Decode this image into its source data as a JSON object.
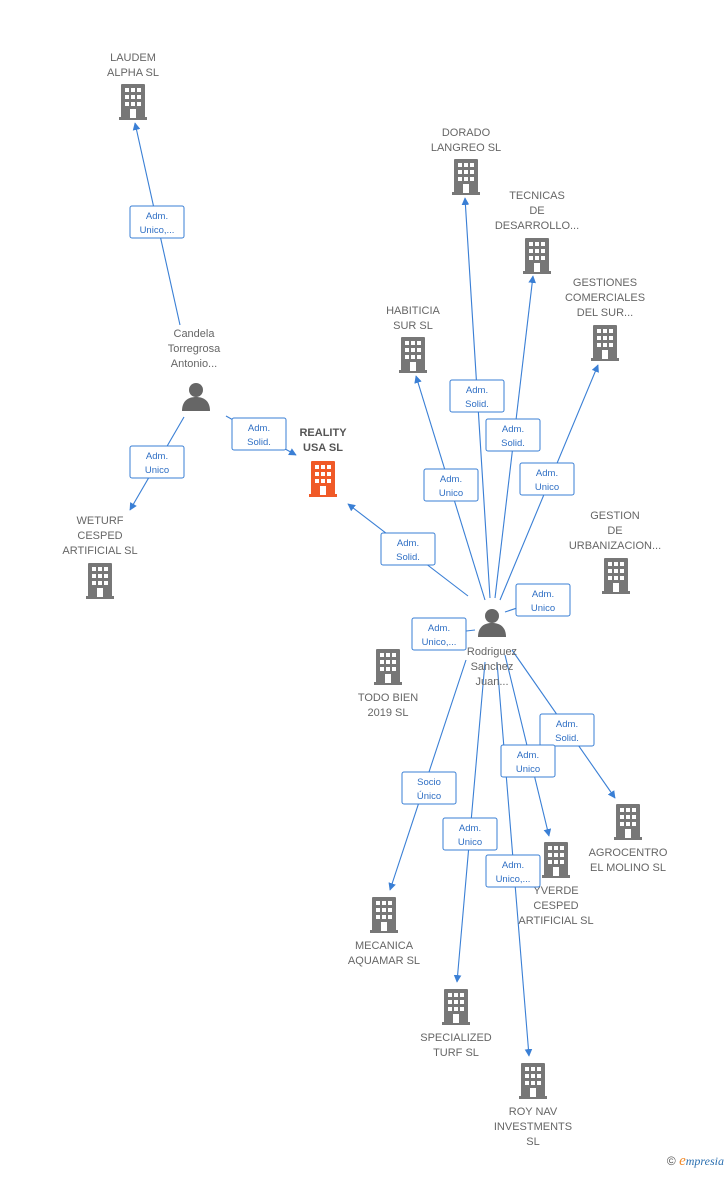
{
  "colors": {
    "edge": "#3a7fd5",
    "company": "#777777",
    "focus_company": "#f05a28",
    "person": "#666666"
  },
  "nodes": [
    {
      "id": "laudem",
      "type": "company",
      "label": [
        "LAUDEM",
        "ALPHA  SL"
      ]
    },
    {
      "id": "dorado",
      "type": "company",
      "label": [
        "DORADO",
        "LANGREO SL"
      ]
    },
    {
      "id": "tecnicas",
      "type": "company",
      "label": [
        "TECNICAS",
        "DE",
        "DESARROLLO..."
      ]
    },
    {
      "id": "gestiones",
      "type": "company",
      "label": [
        "GESTIONES",
        "COMERCIALES",
        "DEL SUR..."
      ]
    },
    {
      "id": "habiticia",
      "type": "company",
      "label": [
        "HABITICIA",
        "SUR  SL"
      ]
    },
    {
      "id": "candela",
      "type": "person",
      "label": [
        "Candela",
        "Torregrosa",
        "Antonio..."
      ]
    },
    {
      "id": "reality",
      "type": "company",
      "focus": true,
      "label": [
        "REALITY",
        "USA  SL"
      ]
    },
    {
      "id": "weturf",
      "type": "company",
      "label": [
        "WETURF",
        "CESPED",
        "ARTIFICIAL  SL"
      ]
    },
    {
      "id": "gestion_urb",
      "type": "company",
      "label": [
        "GESTION",
        "DE",
        "URBANIZACION..."
      ]
    },
    {
      "id": "rodriguez",
      "type": "person",
      "label": [
        "Rodriguez",
        "Sanchez",
        "Juan..."
      ]
    },
    {
      "id": "todobien",
      "type": "company",
      "label": [
        "TODO BIEN",
        "2019  SL"
      ]
    },
    {
      "id": "agrocentro",
      "type": "company",
      "label": [
        "AGROCENTRO",
        "EL MOLINO  SL"
      ]
    },
    {
      "id": "yverde",
      "type": "company",
      "label": [
        "YVERDE",
        "CESPED",
        "ARTIFICIAL SL"
      ]
    },
    {
      "id": "mecanica",
      "type": "company",
      "label": [
        "MECANICA",
        "AQUAMAR SL"
      ]
    },
    {
      "id": "specialized",
      "type": "company",
      "label": [
        "SPECIALIZED",
        "TURF  SL"
      ]
    },
    {
      "id": "roynav",
      "type": "company",
      "label": [
        "ROY NAV",
        "INVESTMENTS",
        "SL"
      ]
    }
  ],
  "edges": [
    {
      "from": "candela",
      "to": "laudem",
      "label": [
        "Adm.",
        "Unico,..."
      ]
    },
    {
      "from": "candela",
      "to": "reality",
      "label": [
        "Adm.",
        "Solid."
      ]
    },
    {
      "from": "candela",
      "to": "weturf",
      "label": [
        "Adm.",
        "Unico"
      ]
    },
    {
      "from": "rodriguez",
      "to": "dorado",
      "label": [
        "Adm.",
        "Solid."
      ]
    },
    {
      "from": "rodriguez",
      "to": "tecnicas",
      "label": [
        "Adm.",
        "Solid."
      ]
    },
    {
      "from": "rodriguez",
      "to": "gestiones",
      "label": [
        "Adm.",
        "Unico"
      ]
    },
    {
      "from": "rodriguez",
      "to": "habiticia",
      "label": [
        "Adm.",
        "Unico"
      ]
    },
    {
      "from": "rodriguez",
      "to": "reality",
      "label": [
        "Adm.",
        "Solid."
      ]
    },
    {
      "from": "rodriguez",
      "to": "gestion_urb",
      "label": [
        "Adm.",
        "Unico"
      ]
    },
    {
      "from": "rodriguez",
      "to": "todobien",
      "label": [
        "Adm.",
        "Unico,..."
      ]
    },
    {
      "from": "rodriguez",
      "to": "agrocentro",
      "label": [
        "Adm.",
        "Solid."
      ]
    },
    {
      "from": "rodriguez",
      "to": "yverde",
      "label": [
        "Adm.",
        "Unico"
      ]
    },
    {
      "from": "rodriguez",
      "to": "mecanica",
      "label": [
        "Socio",
        "Único"
      ]
    },
    {
      "from": "rodriguez",
      "to": "specialized",
      "label": [
        "Adm.",
        "Unico"
      ]
    },
    {
      "from": "rodriguez",
      "to": "roynav",
      "label": [
        "Adm.",
        "Unico,..."
      ]
    }
  ],
  "footer": {
    "copyright": "©",
    "brand_initial": "e",
    "brand_rest": "mpresia"
  }
}
